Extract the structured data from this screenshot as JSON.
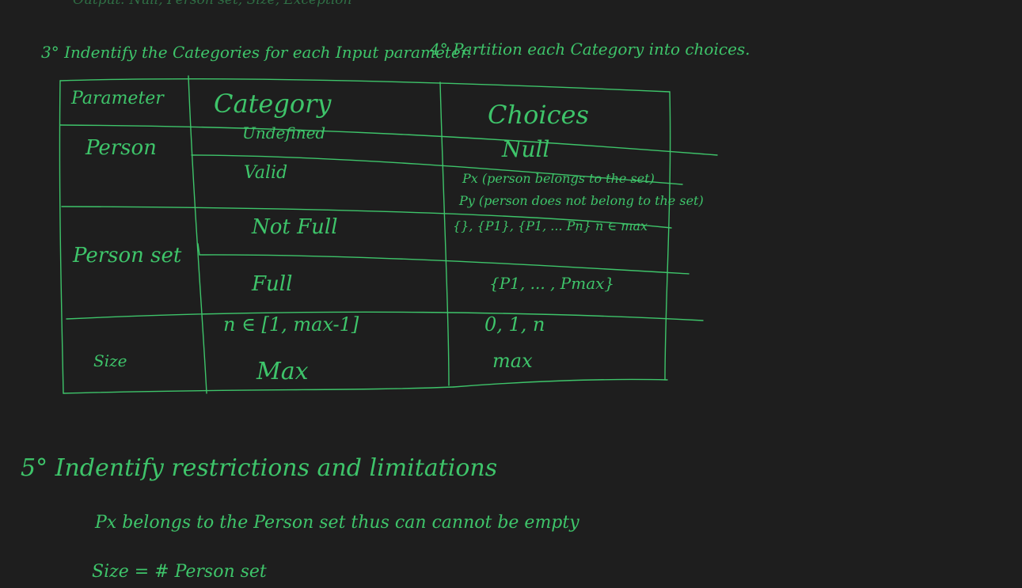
{
  "notes": {
    "top_cut_line": "Output: Null, Person set, Size, Exception",
    "step3_text": "3° Indentify the Categories for each Input parameter.",
    "step4_text": "4° Partition each Category into choices.",
    "step5_heading": "5° Indentify restrictions and limitations",
    "restriction_1": "Px belongs to the Person set thus can cannot be empty",
    "restriction_2": "Size = # Person set"
  },
  "table": {
    "headers": {
      "parameter": "Parameter",
      "category": "Category",
      "choices": "Choices"
    },
    "params": {
      "person": "Person",
      "person_set": "Person set",
      "size": "Size"
    },
    "categories": {
      "undefined": "Undefined",
      "valid": "Valid",
      "not_full": "Not Full",
      "full": "Full",
      "n_range": "n ∈ [1, max-1]",
      "max": "Max"
    },
    "choices": {
      "null": "Null",
      "px": "Px (person belongs to the set)",
      "py": "Py (person does not belong to the set)",
      "not_full": "{}, {P1}, {P1, ... Pn} n ∈ max",
      "full": "{P1, ... , Pmax}",
      "n_range": "0, 1, n",
      "max": "max"
    }
  }
}
